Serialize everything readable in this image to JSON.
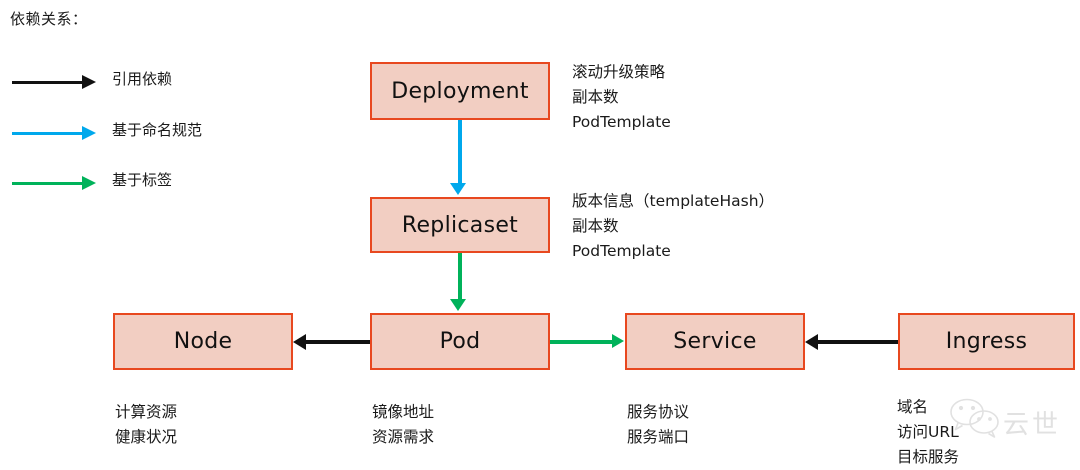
{
  "title": "依赖关系：",
  "colors": {
    "box_fill": "#f2cec2",
    "box_border": "#e8481f",
    "arrow_black": "#111111",
    "arrow_blue": "#00a8ec",
    "arrow_green": "#00b25a",
    "text": "#1a1a1a",
    "watermark": "#c9c9c9"
  },
  "legend": {
    "items": [
      {
        "label": "引用依赖",
        "color": "#111111",
        "icon": "arrow-right-icon"
      },
      {
        "label": "基于命名规范",
        "color": "#00a8ec",
        "icon": "arrow-right-icon"
      },
      {
        "label": "基于标签",
        "color": "#00b25a",
        "icon": "arrow-right-icon"
      }
    ]
  },
  "nodes": {
    "deployment": "Deployment",
    "replicaset": "Replicaset",
    "node": "Node",
    "pod": "Pod",
    "service": "Service",
    "ingress": "Ingress"
  },
  "annotations": {
    "deployment": "滚动升级策略\n副本数\nPodTemplate",
    "replicaset": "版本信息（templateHash）\n副本数\nPodTemplate"
  },
  "captions": {
    "node": "计算资源\n健康状况",
    "pod": "镜像地址\n资源需求",
    "service": "服务协议\n服务端口",
    "ingress": "域名\n访问URL\n目标服务"
  },
  "edges": [
    {
      "from": "Deployment",
      "to": "Replicaset",
      "type": "基于命名规范",
      "color": "#00a8ec"
    },
    {
      "from": "Replicaset",
      "to": "Pod",
      "type": "基于标签",
      "color": "#00b25a"
    },
    {
      "from": "Pod",
      "to": "Node",
      "type": "引用依赖",
      "color": "#111111"
    },
    {
      "from": "Pod",
      "to": "Service",
      "type": "基于标签",
      "color": "#00b25a"
    },
    {
      "from": "Ingress",
      "to": "Service",
      "type": "引用依赖",
      "color": "#111111"
    }
  ],
  "watermark": {
    "text": "云世",
    "icon": "wechat-logo-icon"
  }
}
